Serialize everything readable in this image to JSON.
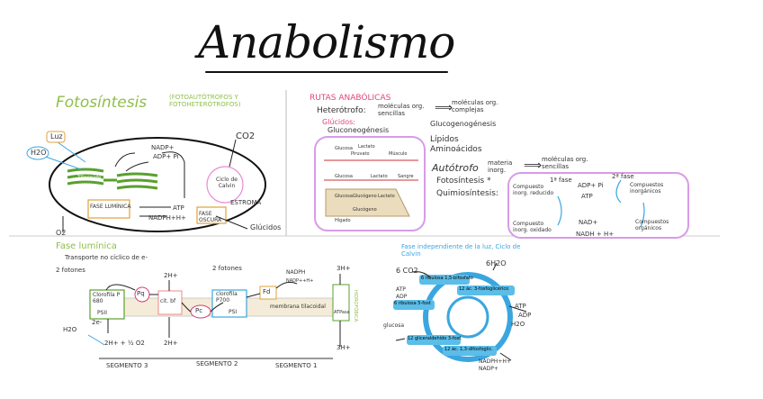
{
  "title": "Anabolismo",
  "photo": {
    "heading": "Fotosíntesis",
    "subheading": "(FOTOAUTÓTROFOS Y FOTOHETERÓTROFOS)",
    "luz": "Luz",
    "h2o": "H2O",
    "o2": "O2",
    "co2": "CO2",
    "tilacoide": "Tilacoide",
    "fase_luminica_box": "FASE LUMÍNICA",
    "fase_oscura_box": "FASE OSCURA",
    "ciclo_calvin": "Ciclo de Calvin",
    "estroma": "ESTROMA",
    "glucidos": "Glúcidos",
    "nadp": "NADP+",
    "adp_pi": "ADP+ Pi",
    "atp": "ATP",
    "nadph": "NADPH+H+"
  },
  "rutas": {
    "heading": "RUTAS ANABÓLICAS",
    "heterotrofo": "Heterótrofo:",
    "het_left": "moléculas org. sencillas",
    "het_right": "moléculas org. complejas",
    "glucidos": "Glúcidos:",
    "gluconeogenesis_item": "Gluconeogénesis",
    "glucogenogenesis": "Glucogenogénesis",
    "lipidos": "Lípidos",
    "aminoacidos": "Aminoácidos",
    "autotrofo": "Autótrofo",
    "auto_left": "materia inorg.",
    "auto_right": "moléculas org. sencillas",
    "fotosintesis": "Fotosíntesis *",
    "quimiosintesis": "Quimiosíntesis:",
    "fase1": "1ª fase",
    "fase2": "2ª fase",
    "comp_inorg_red": "Compuesto inorg. reducido",
    "comp_inorg_ox": "Compuesto inorg. oxidado",
    "comp_inorganicos": "Compuestos inorgánicos",
    "comp_organicos": "Compuestos orgánicos",
    "adp_pi": "ADP+ Pi",
    "atp": "ATP",
    "nad": "NAD+",
    "nadh": "NADH + H+",
    "glucosa": "Glucosa",
    "lactato": "Lactato",
    "piruvato": "Piruvato",
    "musculo": "Músculo",
    "glucosa2": "Glucosa",
    "lactato2": "Lactato",
    "sangre": "Sangre",
    "glucosa3": "Glucosa",
    "glucogeno": "Glucógeno",
    "lactato3": "Lactato",
    "higado": "Hígado",
    "glucogeno2": "Glucógeno"
  },
  "fase_luminica": {
    "heading": "Fase lumínica",
    "bullet": "Transporte no cíclico de e-",
    "fotones1": "2 fotones",
    "fotones2": "2 fotones",
    "clorofila1": "Clorofila P 680",
    "psii": "PSII",
    "clorofila2": "clorofila P700",
    "psi": "PSI",
    "pq": "Pq",
    "cit": "cit. bf",
    "pc": "Pc",
    "fd": "Fd",
    "membrana": "membrana tilacoidal",
    "h2o": "H2O",
    "two_e": "2e-",
    "half_o2": "2H+ + ½ O2",
    "two_h_top": "2H+",
    "two_h_bottom": "2H+",
    "three_h_top": "3H+",
    "three_h_bottom": "3H+",
    "nadph": "NADPH",
    "nadp": "NADP++H+",
    "atpasa": "ATPasa",
    "hidrofobica": "HIDROFÓBICA",
    "seg3": "SEGMENTO 3",
    "seg2": "SEGMENTO 2",
    "seg1": "SEGMENTO 1"
  },
  "calvin": {
    "heading": "Fase independiente de la luz, Ciclo de Calvin",
    "co2": "6 CO2",
    "h2o": "6H2O",
    "b1": "6 ribulosa 1,5-bifosfato",
    "b2": "12 ác. 3-fosfoglicérico",
    "b3": "6 ribulosa 5-fosf.",
    "b4": "12 gliceraldehído 3-fosf.",
    "b5": "12 ác. 1,3-difosfoglic.",
    "atp_in": "ATP",
    "adp": "ADP",
    "atp_right": "ATP",
    "adp_right": "ADP",
    "glucosa": "glucosa",
    "nadph": "NADPH+H+",
    "nadp": "NADP+",
    "h2o2": "H2O"
  }
}
